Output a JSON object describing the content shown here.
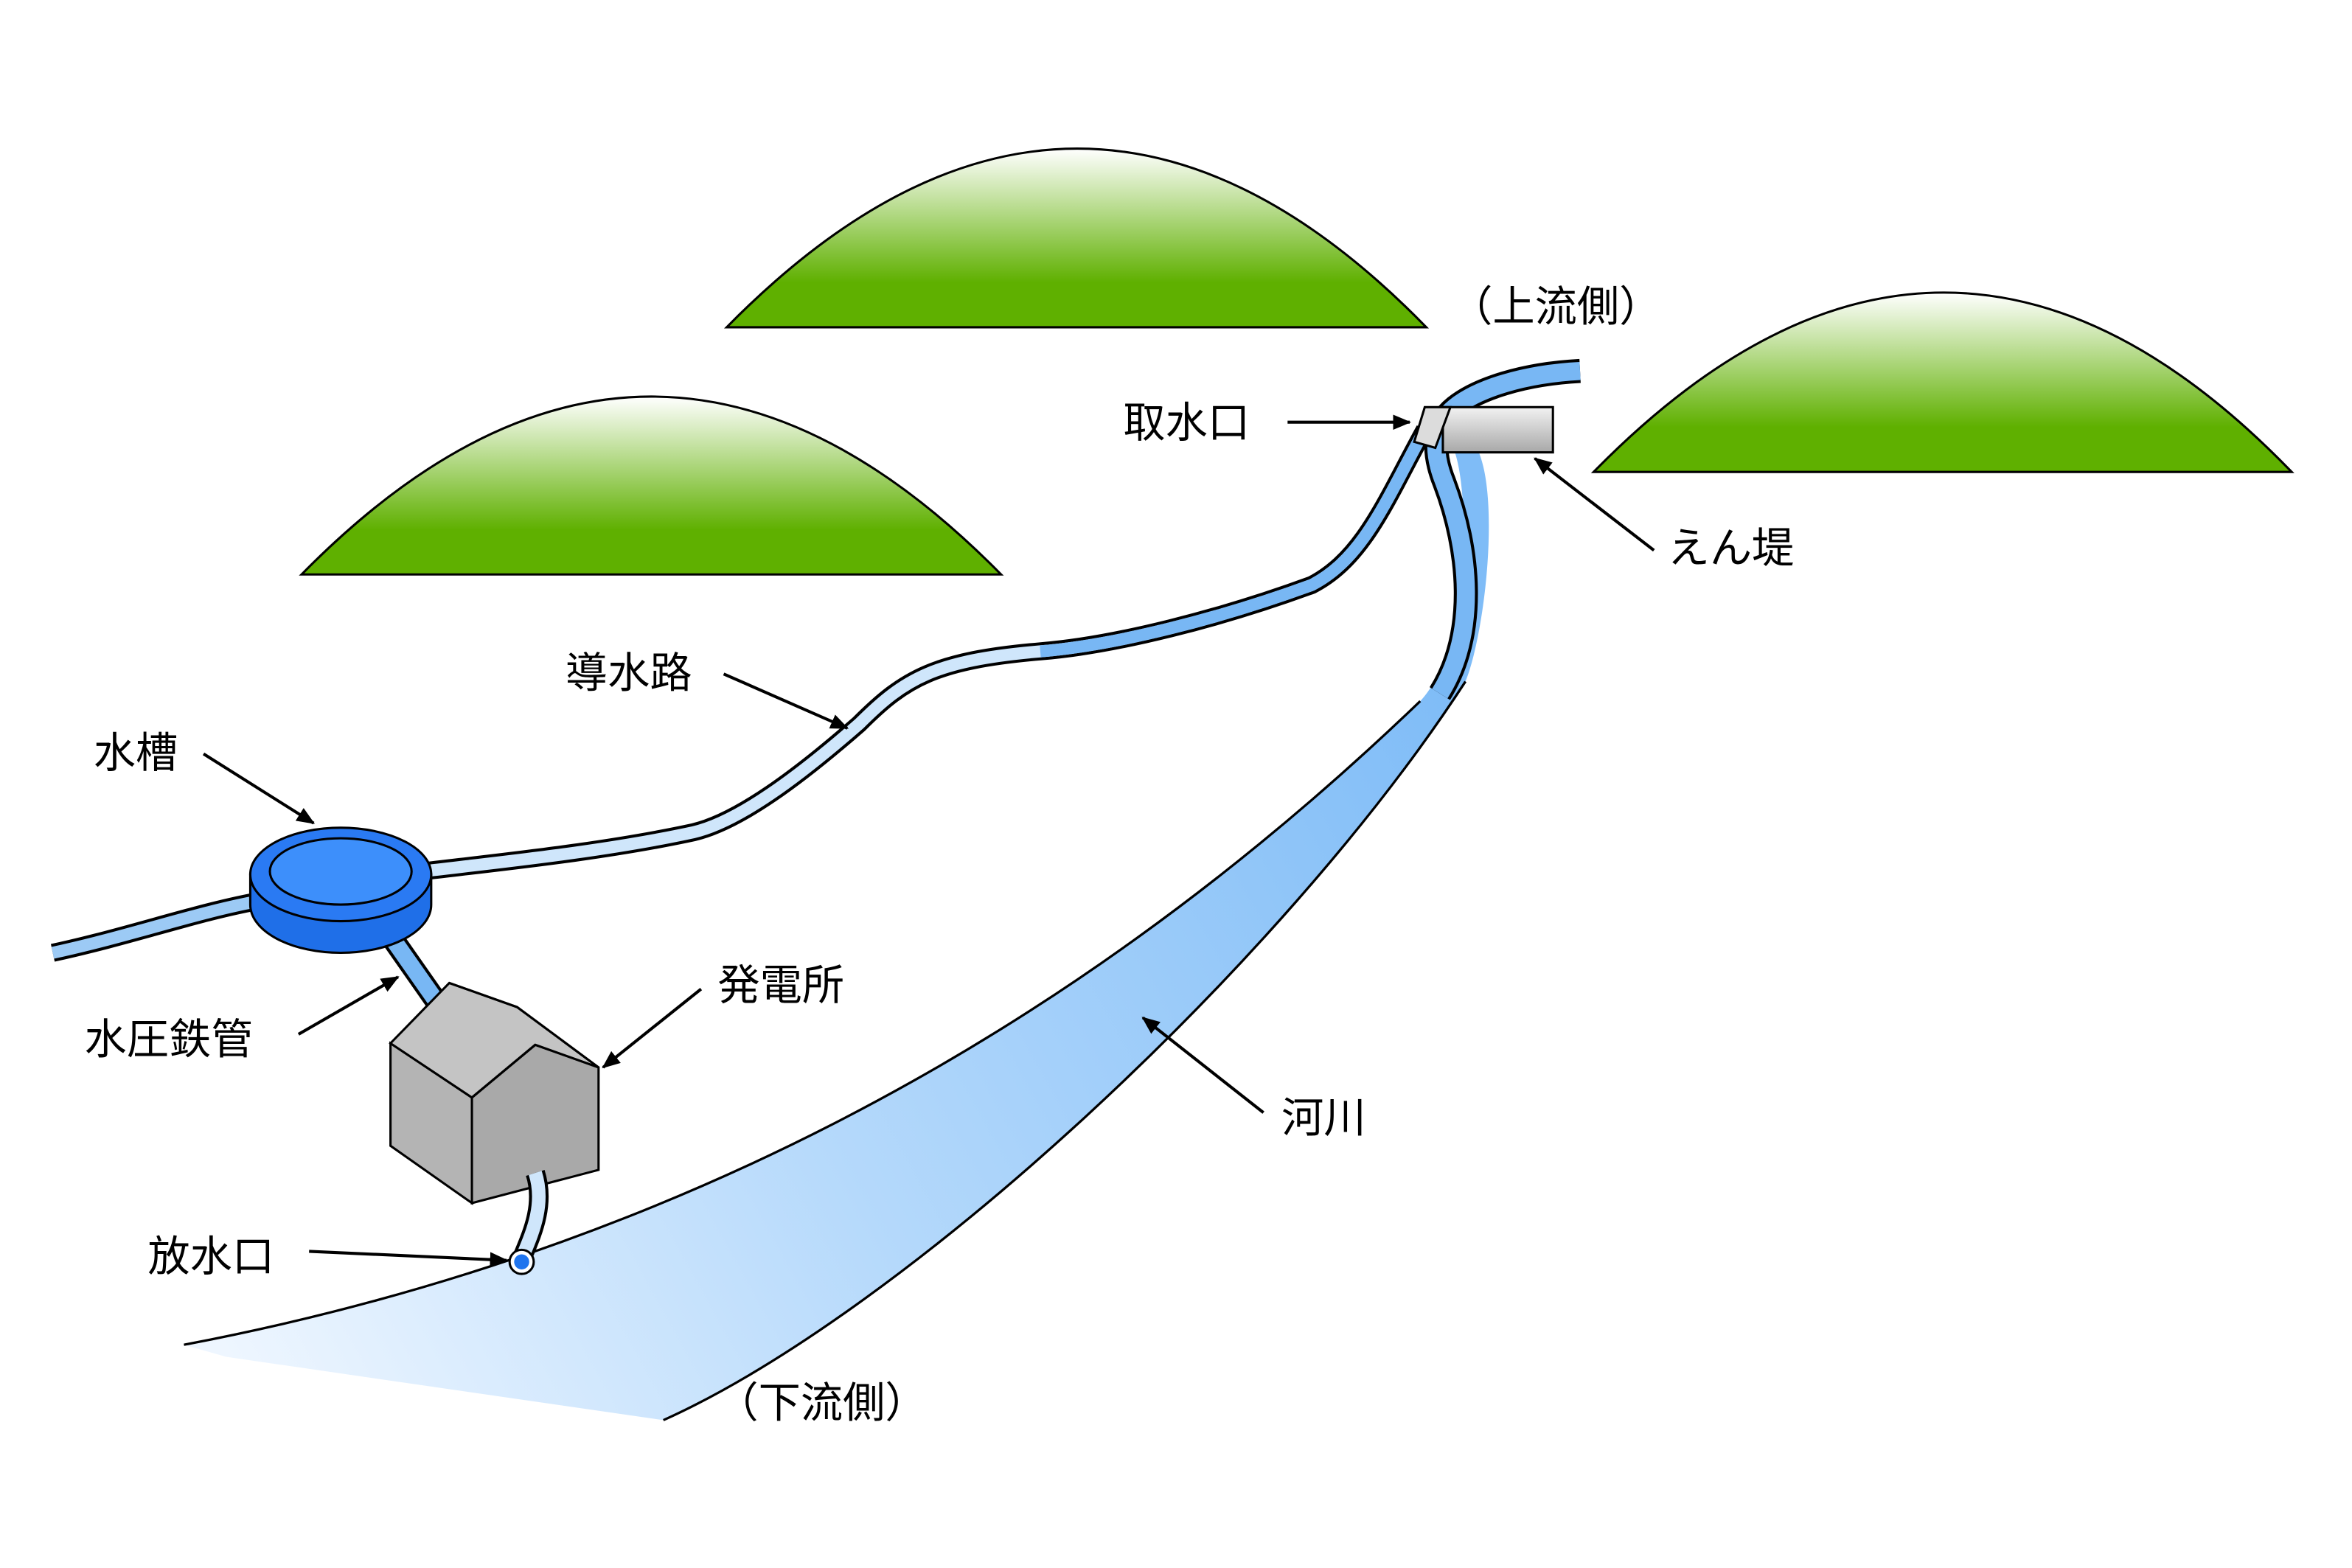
{
  "labels": {
    "upstream": "（上流側）",
    "downstream": "（下流側）",
    "intake": "取水口",
    "weir": "えん堤",
    "headrace": "導水路",
    "head_tank": "水槽",
    "penstock": "水圧鉄管",
    "power_station": "発電所",
    "river": "河川",
    "outlet": "放水口"
  },
  "colors": {
    "hill_top": "#ffffff",
    "hill_bottom": "#5fb000",
    "river_light": "#e8f3fe",
    "river_dark": "#7fbcf7",
    "channel": "#78b7f4",
    "channel_light": "#d6ebfb",
    "tank": "#1f74ee",
    "tank_top": "#3d8ffb",
    "house_light": "#c8c8c8",
    "house_dark": "#a9a9a9",
    "weir_light": "#eeeeee",
    "weir_dark": "#a8a8a8"
  },
  "icons": [
    "hill-icon",
    "weir-icon",
    "water-tank-icon",
    "power-house-icon",
    "arrow-icon"
  ]
}
